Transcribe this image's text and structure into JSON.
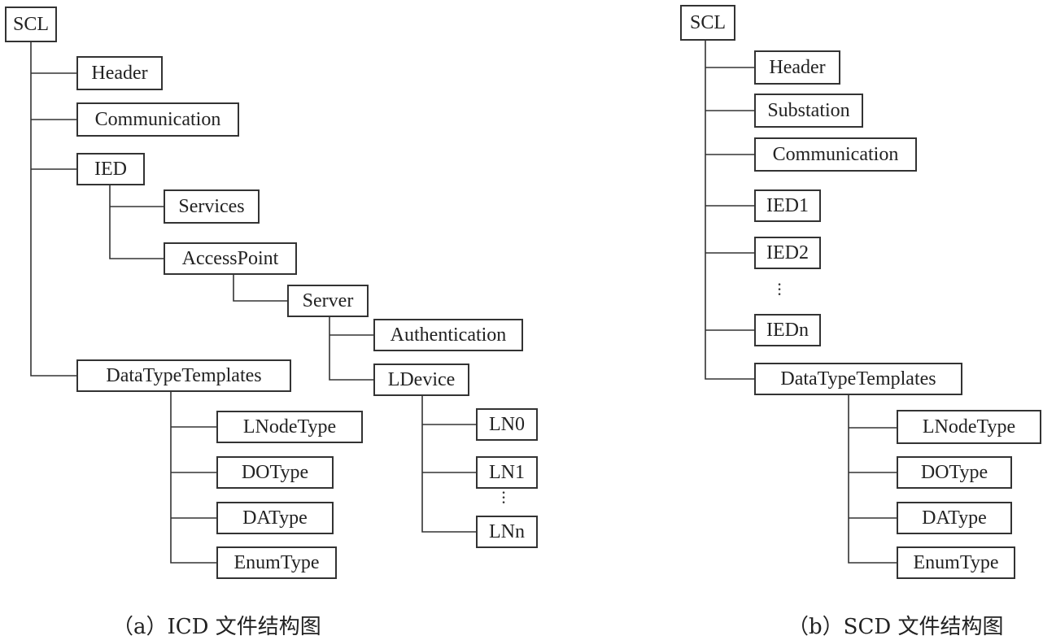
{
  "icd": {
    "scl": "SCL",
    "header": "Header",
    "communication": "Communication",
    "ied": "IED",
    "services": "Services",
    "access_point": "AccessPoint",
    "server": "Server",
    "authentication": "Authentication",
    "ldevice": "LDevice",
    "ln0": "LN0",
    "ln1": "LN1",
    "lnn": "LNn",
    "data_type_templates": "DataTypeTemplates",
    "lnode_type": "LNodeType",
    "do_type": "DOType",
    "da_type": "DAType",
    "enum_type": "EnumType",
    "caption": "（a）ICD 文件结构图"
  },
  "scd": {
    "scl": "SCL",
    "header": "Header",
    "substation": "Substation",
    "communication": "Communication",
    "ied1": "IED1",
    "ied2": "IED2",
    "iedn": "IEDn",
    "data_type_templates": "DataTypeTemplates",
    "lnode_type": "LNodeType",
    "do_type": "DOType",
    "da_type": "DAType",
    "enum_type": "EnumType",
    "caption": "（b）SCD 文件结构图"
  }
}
